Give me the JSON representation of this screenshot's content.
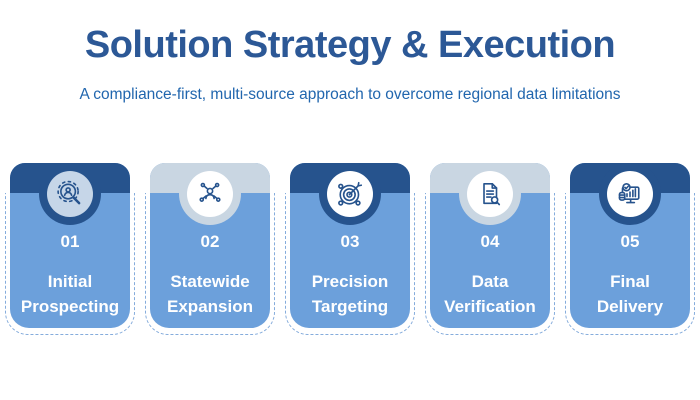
{
  "page": {
    "title": "Solution Strategy & Execution",
    "subtitle": "A compliance-first, multi-source approach to overcome regional data limitations"
  },
  "colors": {
    "title_text": "#2C5896",
    "subtitle_text": "#2166AE",
    "card_body": "#6CA0DB",
    "header_dark": "#26538D",
    "header_light": "#C9D6E2",
    "icon_stroke": "#26538D",
    "icon_circle_white": "#FFFFFF",
    "step1_icon_circle": "#C6D6E8",
    "dashed_outline": "#85ACDC",
    "step_text": "#FFFFFF"
  },
  "steps": [
    {
      "number": "01",
      "label_line1": "Initial",
      "label_line2": "Prospecting",
      "icon": "prospect-search-icon",
      "header_style": "dark"
    },
    {
      "number": "02",
      "label_line1": "Statewide",
      "label_line2": "Expansion",
      "icon": "network-people-icon",
      "header_style": "light"
    },
    {
      "number": "03",
      "label_line1": "Precision",
      "label_line2": "Targeting",
      "icon": "target-dart-icon",
      "header_style": "dark"
    },
    {
      "number": "04",
      "label_line1": "Data",
      "label_line2": "Verification",
      "icon": "document-magnifier-icon",
      "header_style": "light"
    },
    {
      "number": "05",
      "label_line1": "Final",
      "label_line2": "Delivery",
      "icon": "monitor-chart-check-icon",
      "header_style": "dark"
    }
  ]
}
